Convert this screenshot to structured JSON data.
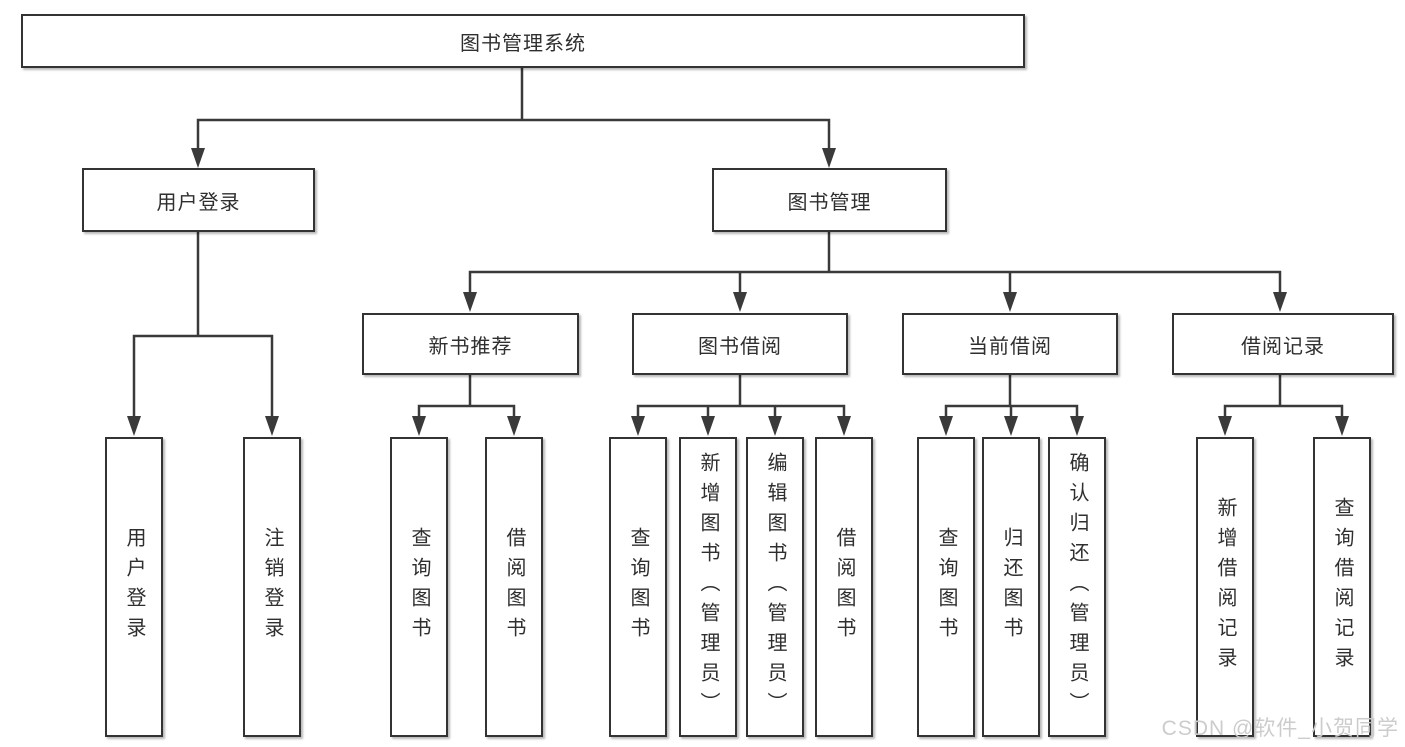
{
  "tree": {
    "root": {
      "label": "图书管理系统"
    },
    "branches": [
      {
        "label": "用户登录",
        "children": [
          {
            "label": "用户登录"
          },
          {
            "label": "注销登录"
          }
        ]
      },
      {
        "label": "图书管理",
        "groups": [
          {
            "label": "新书推荐",
            "children": [
              {
                "label": "查询图书"
              },
              {
                "label": "借阅图书"
              }
            ]
          },
          {
            "label": "图书借阅",
            "children": [
              {
                "label": "查询图书"
              },
              {
                "label": "新增图书（管理员）"
              },
              {
                "label": "编辑图书（管理员）"
              },
              {
                "label": "借阅图书"
              }
            ]
          },
          {
            "label": "当前借阅",
            "children": [
              {
                "label": "查询图书"
              },
              {
                "label": "归还图书"
              },
              {
                "label": "确认归还（管理员）"
              }
            ]
          },
          {
            "label": "借阅记录",
            "children": [
              {
                "label": "新增借阅记录"
              },
              {
                "label": "查询借阅记录"
              }
            ]
          }
        ]
      }
    ]
  },
  "watermark": {
    "text": "CSDN @软件_小贺同学"
  },
  "colors": {
    "line": "#3a3a3a",
    "box_border": "#333333",
    "text": "#2f2f2f",
    "background": "#ffffff",
    "watermark": "#cccccc"
  }
}
